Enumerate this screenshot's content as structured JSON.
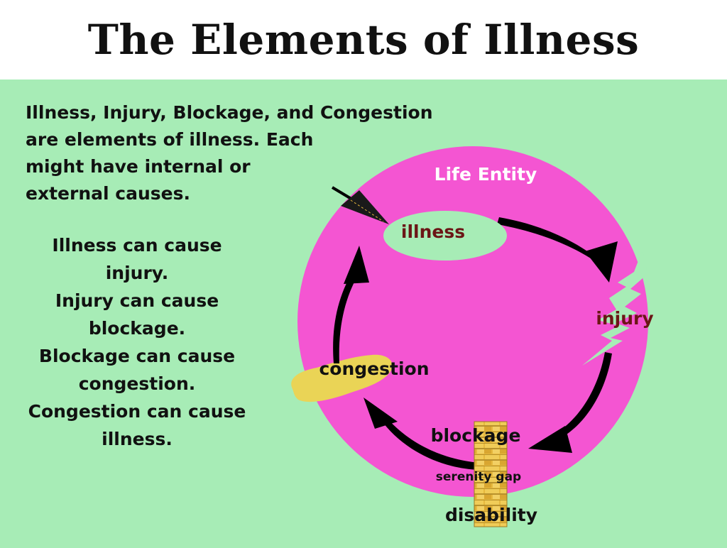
{
  "title": "The Elements of Illness",
  "intro_lines": [
    "Illness, Injury, Blockage, and Congestion",
    "are elements of illness. Each",
    "might have  internal or",
    "external causes."
  ],
  "cause_lines": [
    "Illness can cause",
    "injury.",
    "Injury can cause",
    "blockage.",
    "Blockage can cause",
    "congestion.",
    "Congestion can cause",
    "illness."
  ],
  "diagram": {
    "entity_label": "Life  Entity",
    "illness_label": "illness",
    "injury_label": "injury",
    "blockage_label": "blockage",
    "congestion_label": "congestion",
    "serenity_gap_label": "serenity gap",
    "disability_label": "disability"
  },
  "colors": {
    "panel": "#a7ecb6",
    "entity_circle": "#f455d2",
    "illness_oval": "#a7ecb6",
    "congestion_blob": "#ead456",
    "brick": "#e6b83d",
    "label_dark_red": "#6b1616"
  }
}
